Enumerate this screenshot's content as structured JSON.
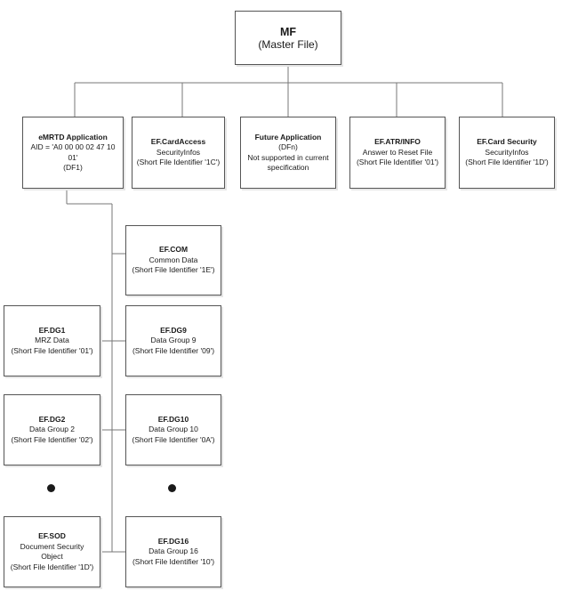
{
  "master_file": {
    "title": "MF",
    "subtitle": "(Master File)"
  },
  "applications": [
    {
      "title": "eMRTD Application",
      "lines": [
        "AID = 'A0 00 00 02 47 10 01'",
        "(DF1)"
      ]
    },
    {
      "title": "EF.CardAccess",
      "lines": [
        "SecurityInfos",
        "(Short File Identifier '1C')"
      ]
    },
    {
      "title": "Future Application",
      "lines": [
        "(DFn)",
        "Not supported in current",
        "specification"
      ]
    },
    {
      "title": "EF.ATR/INFO",
      "lines": [
        "Answer to Reset File",
        "(Short File Identifier '01')"
      ]
    },
    {
      "title": "EF.Card Security",
      "lines": [
        "SecurityInfos",
        "(Short File Identifier '1D')"
      ]
    }
  ],
  "files": {
    "com": {
      "title": "EF.COM",
      "lines": [
        "Common Data",
        "(Short File Identifier '1E')"
      ]
    },
    "dg1": {
      "title": "EF.DG1",
      "lines": [
        "MRZ Data",
        "(Short File Identifier '01')"
      ]
    },
    "dg9": {
      "title": "EF.DG9",
      "lines": [
        "Data Group 9",
        "(Short File Identifier '09')"
      ]
    },
    "dg2": {
      "title": "EF.DG2",
      "lines": [
        "Data Group 2",
        "(Short File Identifier '02')"
      ]
    },
    "dg10": {
      "title": "EF.DG10",
      "lines": [
        "Data Group 10",
        "(Short File Identifier '0A')"
      ]
    },
    "sod": {
      "title": "EF.SOD",
      "lines": [
        "Document Security",
        "Object",
        "(Short File Identifier '1D')"
      ]
    },
    "dg16": {
      "title": "EF.DG16",
      "lines": [
        "Data Group 16",
        "(Short File Identifier '10')"
      ]
    }
  }
}
